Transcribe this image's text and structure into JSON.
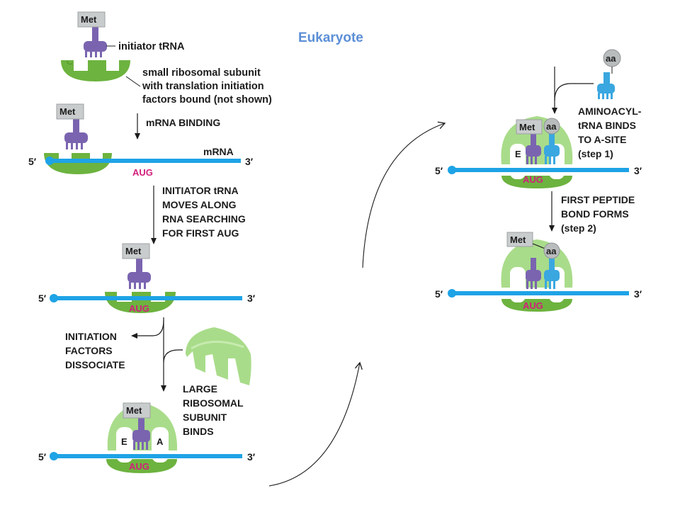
{
  "title": "Eukaryote",
  "colors": {
    "mrna": "#1ea3e6",
    "small_subunit": "#6db33f",
    "large_subunit": "#a9dc8a",
    "initiator_trna": "#7a64b0",
    "aminoacyl_trna": "#3aa7e0",
    "aug": "#d21f7a",
    "met_box": "#c9cccd",
    "aa_ball": "#b9bcbd",
    "title": "#5b8fd6"
  },
  "labels": {
    "met": "Met",
    "aa": "aa",
    "aug": "AUG",
    "five_prime": "5′",
    "three_prime": "3′",
    "e_site": "E",
    "a_site": "A",
    "initiator_trna": "initiator tRNA",
    "small_subunit_line1": "small ribosomal subunit",
    "small_subunit_line2": "with translation initiation",
    "small_subunit_line3": "factors bound (not shown)",
    "mrna_binding": "mRNA BINDING",
    "mrna": "mRNA",
    "search_line1": "INITIATOR tRNA",
    "search_line2": "MOVES ALONG",
    "search_line3": "RNA SEARCHING",
    "search_line4": "FOR FIRST AUG",
    "dissociate_line1": "INITIATION",
    "dissociate_line2": "FACTORS",
    "dissociate_line3": "DISSOCIATE",
    "large_line1": "LARGE",
    "large_line2": "RIBOSOMAL",
    "large_line3": "SUBUNIT",
    "large_line4": "BINDS",
    "aminoacyl_line1": "AMINOACYL-",
    "aminoacyl_line2": "tRNA BINDS",
    "aminoacyl_line3": "TO A-SITE",
    "aminoacyl_line4": "(step 1)",
    "peptide_line1": "FIRST PEPTIDE",
    "peptide_line2": "BOND FORMS",
    "peptide_line3": "(step 2)"
  }
}
